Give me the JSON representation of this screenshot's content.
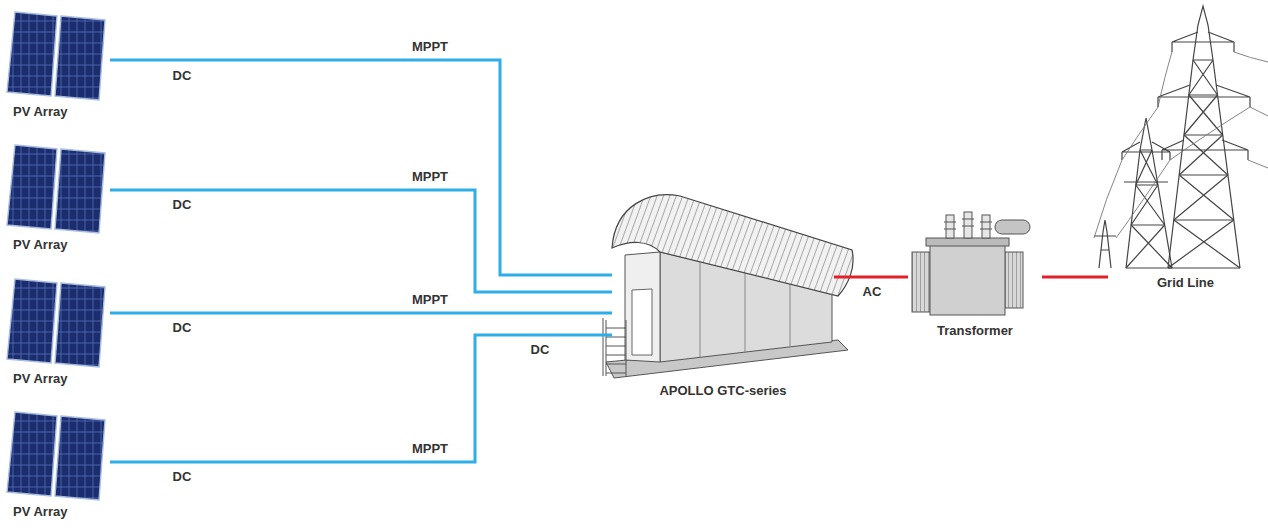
{
  "diagram": {
    "nodes": [
      {
        "text": [
          "PV Array"
        ]
      },
      {
        "text": [
          "PV Array"
        ]
      },
      {
        "text": [
          "PV Array"
        ]
      },
      {
        "text": [
          "PV Array"
        ]
      },
      {
        "text": [
          "APOLLO GTC-series"
        ]
      },
      {
        "text": [
          "Transformer"
        ]
      },
      {
        "text": [
          "Grid Line"
        ]
      }
    ],
    "edges": [
      {
        "from": 0,
        "to": 4,
        "arrow": "none",
        "label": "MPPT"
      },
      {
        "from": 1,
        "to": 4,
        "arrow": "none",
        "label": "MPPT"
      },
      {
        "from": 2,
        "to": 4,
        "arrow": "none",
        "label": "MPPT"
      },
      {
        "from": 3,
        "to": 4,
        "arrow": "none",
        "label": "MPPT"
      },
      {
        "from": 4,
        "to": 5,
        "arrow": "none",
        "label": "AC"
      },
      {
        "from": 5,
        "to": 6,
        "arrow": "none"
      }
    ],
    "labels": [
      "DC",
      "DC",
      "DC",
      "DC",
      "DC"
    ]
  }
}
